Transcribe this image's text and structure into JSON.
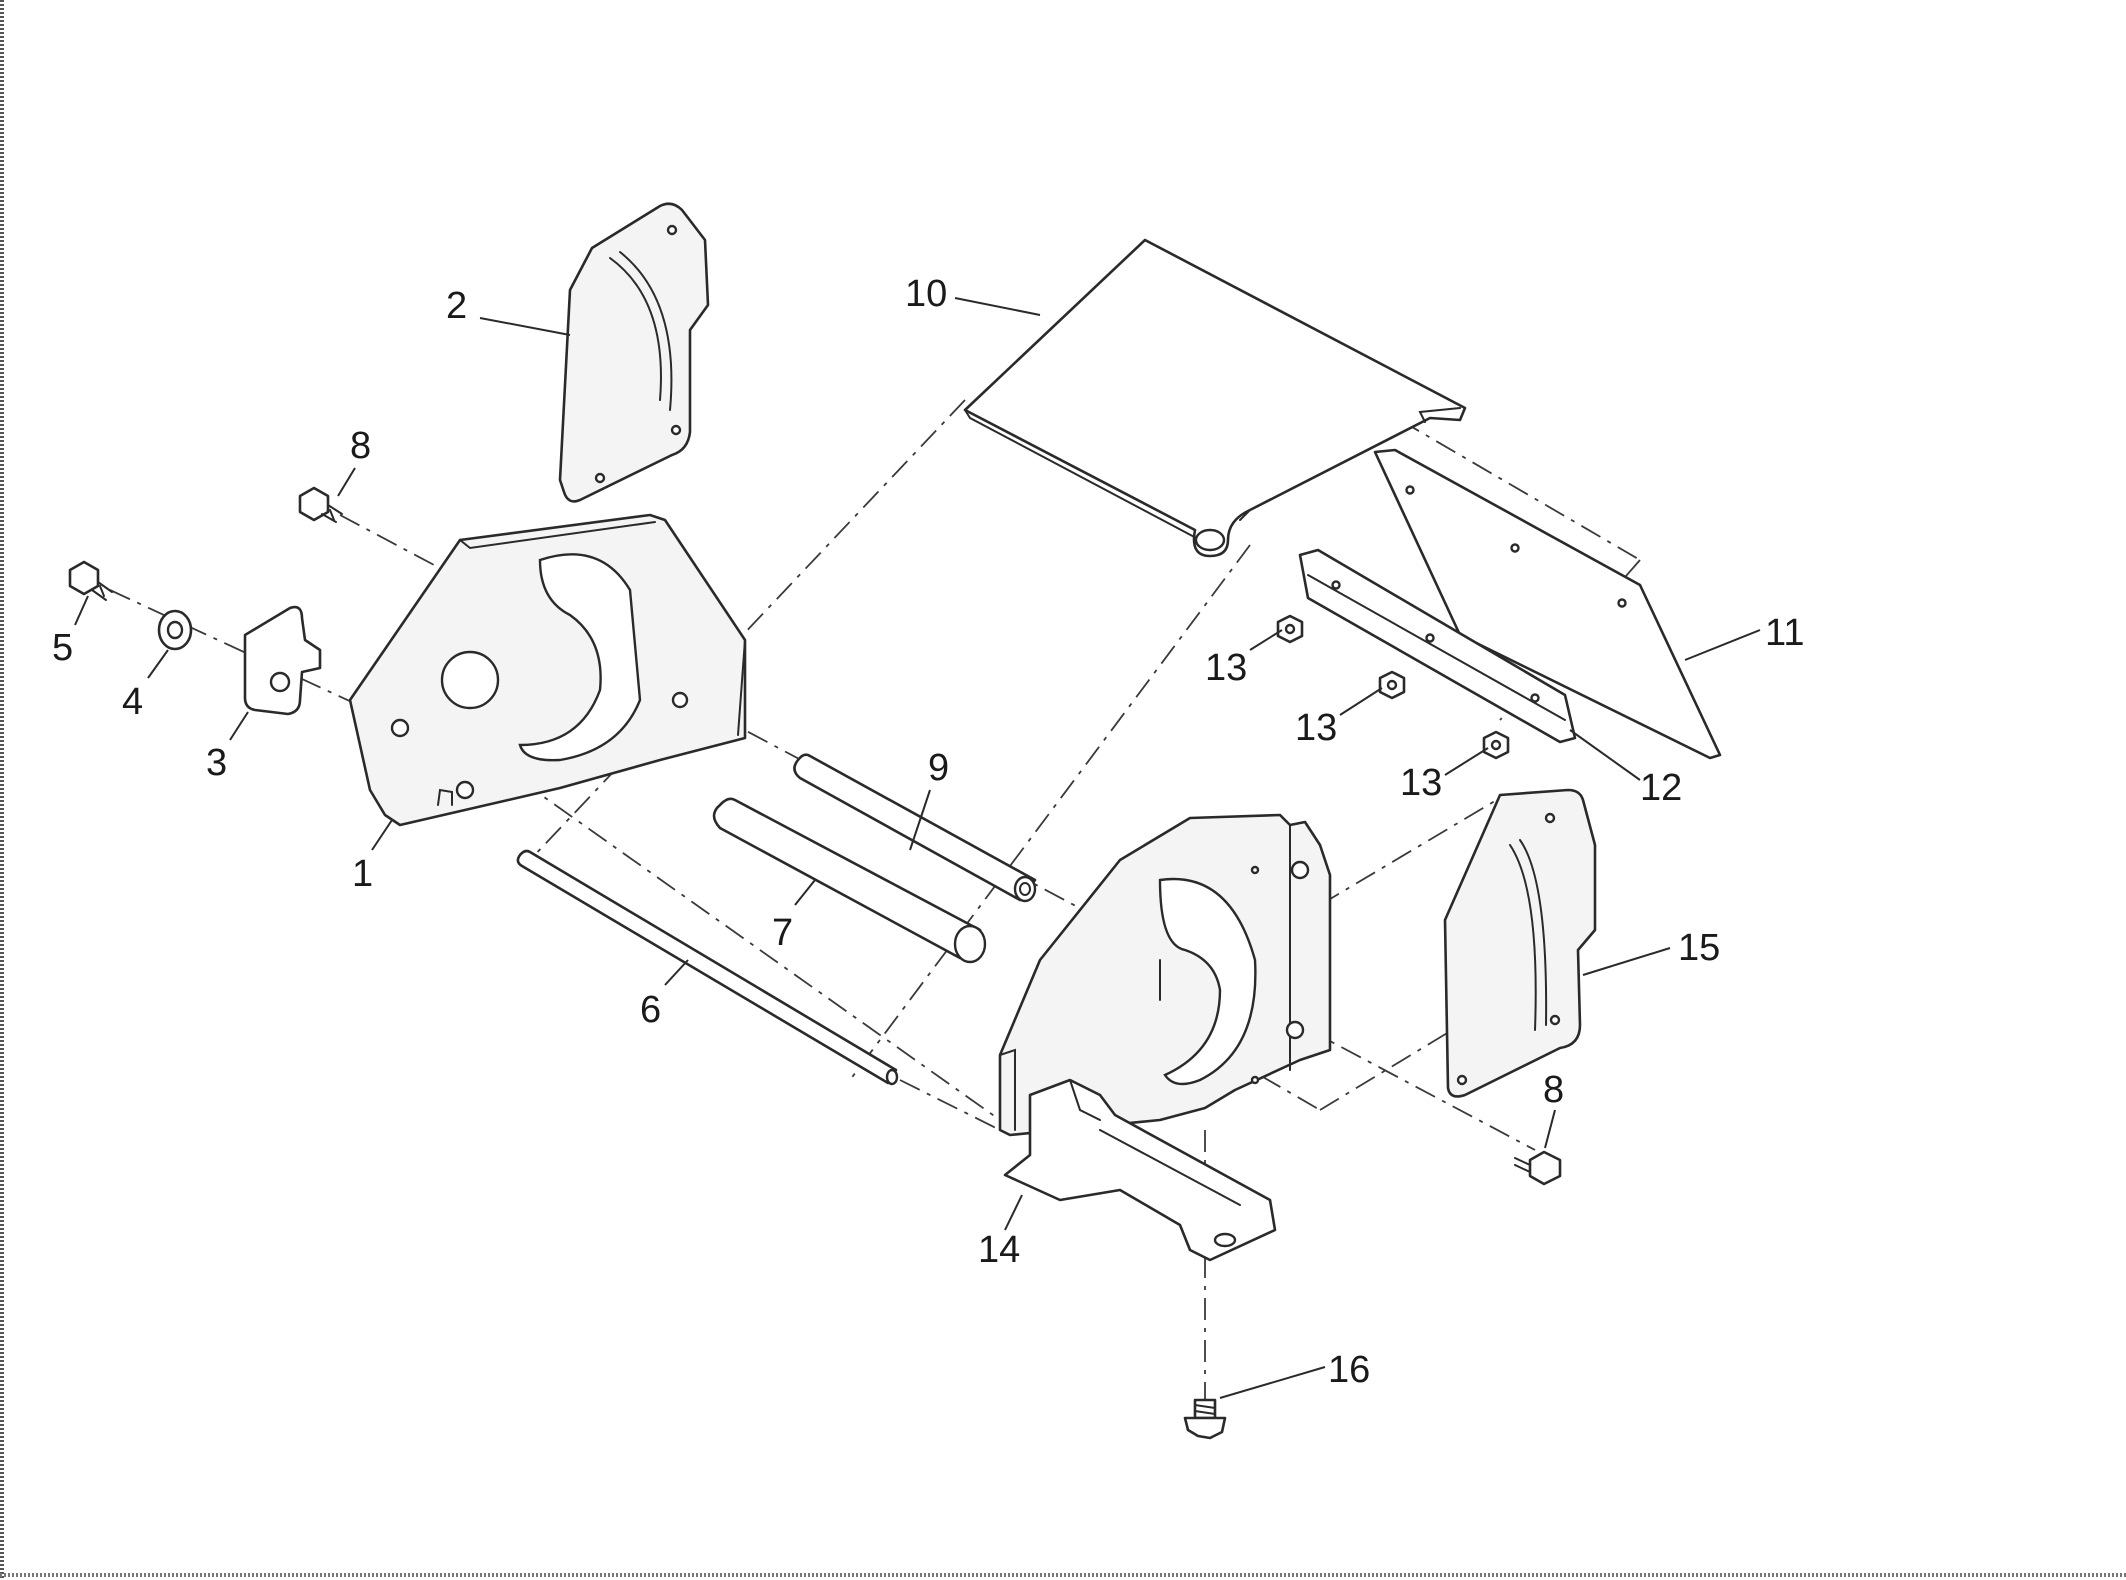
{
  "diagram": {
    "colors": {
      "line": "#2a2a2a",
      "background": "#ffffff"
    },
    "callouts": {
      "c1": "1",
      "c2": "2",
      "c3": "3",
      "c4": "4",
      "c5": "5",
      "c6": "6",
      "c7": "7",
      "c8a": "8",
      "c8b": "8",
      "c9": "9",
      "c10": "10",
      "c11": "11",
      "c12": "12",
      "c13a": "13",
      "c13b": "13",
      "c13c": "13",
      "c14": "14",
      "c15": "15",
      "c16": "16"
    }
  }
}
